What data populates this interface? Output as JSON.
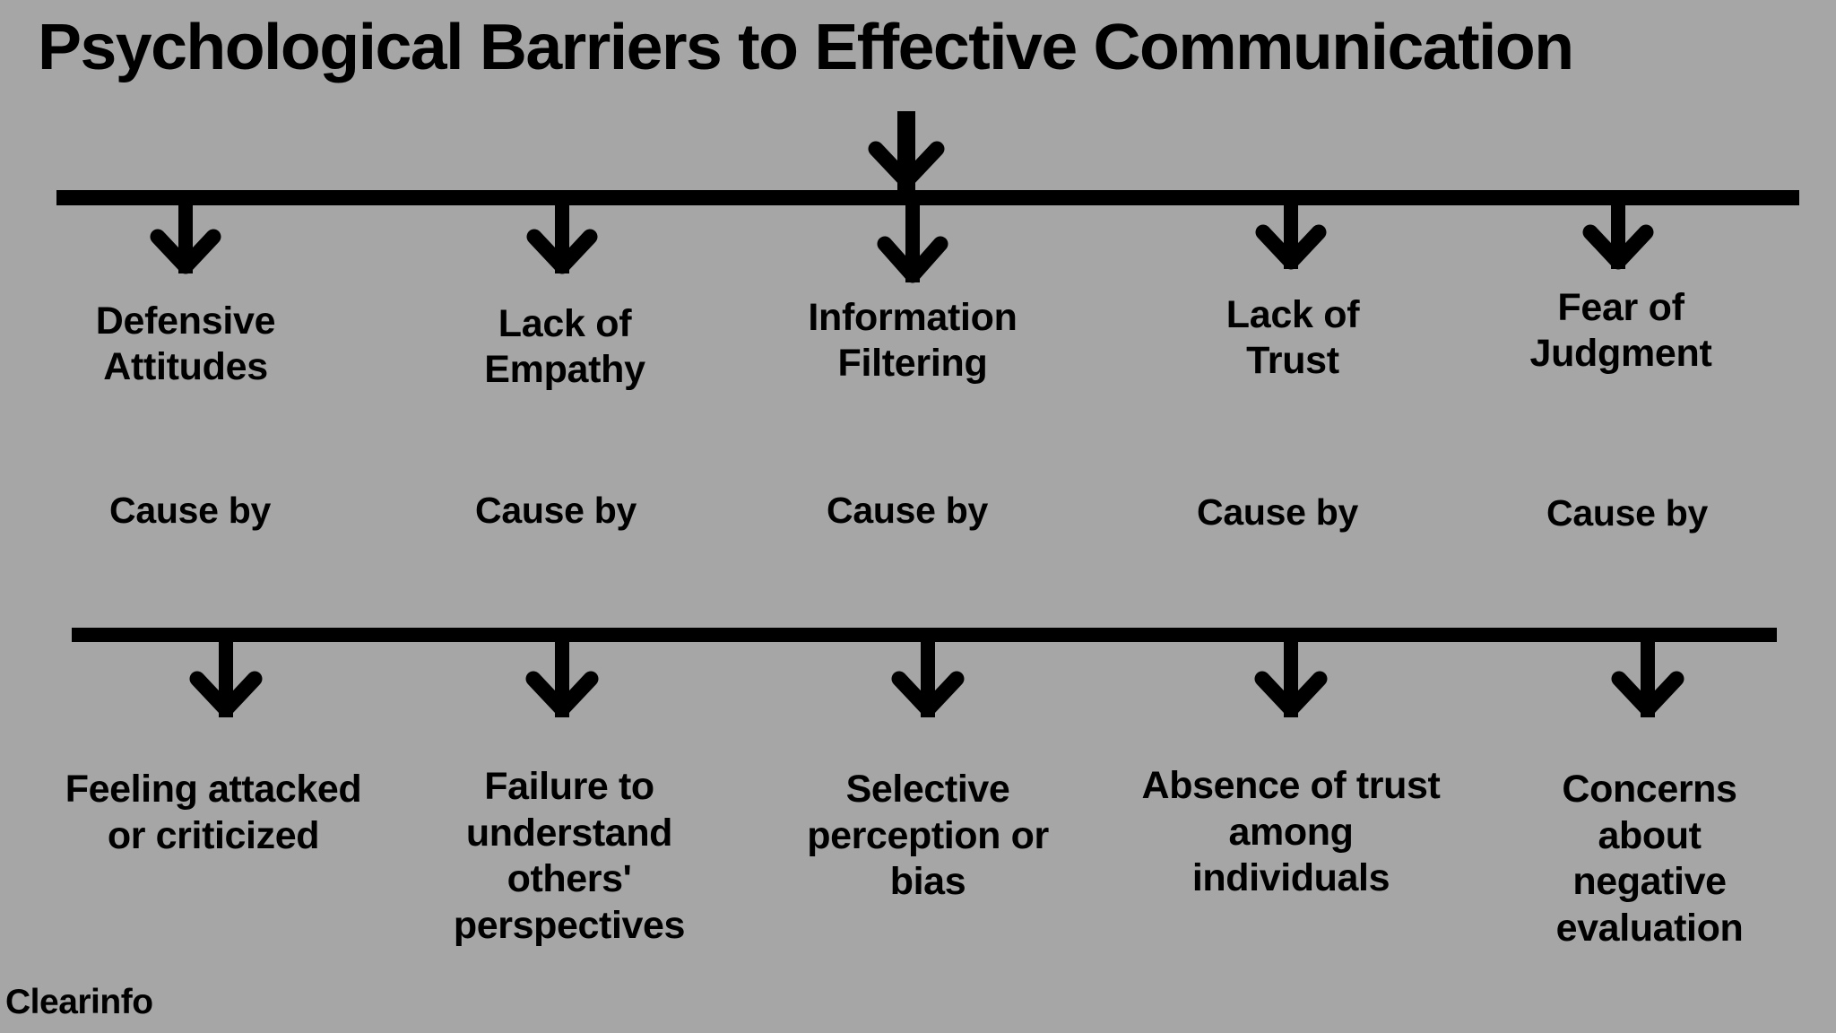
{
  "page": {
    "title": "Psychological Barriers to Effective Communication",
    "background_color": "#a6a6a6",
    "ink_color": "#000000",
    "watermark": "Clearinfo"
  },
  "diagram": {
    "type": "hierarchy-tree",
    "root_label": "Psychological Barriers to Effective Communication",
    "connector_label": "Cause by",
    "levels": [
      {
        "name": "barriers",
        "count": 5
      },
      {
        "name": "connectors",
        "count": 5
      },
      {
        "name": "effects",
        "count": 5
      }
    ],
    "columns": [
      {
        "barrier": "Defensive\nAttitudes",
        "barrier_lines": [
          "Defensive",
          "Attitudes"
        ],
        "connector": "Cause by",
        "effect_lines": [
          "Feeling attacked",
          "or criticized"
        ]
      },
      {
        "barrier": "Lack of\nEmpathy",
        "barrier_lines": [
          "Lack of",
          "Empathy"
        ],
        "connector": "Cause by",
        "effect_lines": [
          "Failure to",
          "understand",
          "others'",
          "perspectives"
        ]
      },
      {
        "barrier": "Information\nFiltering",
        "barrier_lines": [
          "Information",
          "Filtering"
        ],
        "connector": "Cause by",
        "effect_lines": [
          "Selective",
          "perception or",
          "bias"
        ]
      },
      {
        "barrier": "Lack of\nTrust",
        "barrier_lines": [
          "Lack of",
          "Trust"
        ],
        "connector": "Cause by",
        "effect_lines": [
          "Absence of trust",
          "among",
          "individuals"
        ]
      },
      {
        "barrier": "Fear of\nJudgment",
        "barrier_lines": [
          "Fear of",
          "Judgment"
        ],
        "connector": "Cause by",
        "effect_lines": [
          "Concerns",
          "about",
          "negative",
          "evaluation"
        ]
      }
    ]
  },
  "columns_text": {
    "c0": {
      "barrier_l1": "Defensive",
      "barrier_l2": "Attitudes",
      "cause": "Cause by",
      "effect_l1": "Feeling attacked",
      "effect_l2": "or criticized",
      "effect_l3": "",
      "effect_l4": ""
    },
    "c1": {
      "barrier_l1": "Lack of",
      "barrier_l2": "Empathy",
      "cause": "Cause by",
      "effect_l1": "Failure to",
      "effect_l2": "understand",
      "effect_l3": "others'",
      "effect_l4": "perspectives"
    },
    "c2": {
      "barrier_l1": "Information",
      "barrier_l2": "Filtering",
      "cause": "Cause by",
      "effect_l1": "Selective",
      "effect_l2": "perception or",
      "effect_l3": "bias",
      "effect_l4": ""
    },
    "c3": {
      "barrier_l1": "Lack of",
      "barrier_l2": "Trust",
      "cause": "Cause by",
      "effect_l1": "Absence of trust",
      "effect_l2": "among",
      "effect_l3": "individuals",
      "effect_l4": ""
    },
    "c4": {
      "barrier_l1": "Fear of",
      "barrier_l2": "Judgment",
      "cause": "Cause by",
      "effect_l1": "Concerns",
      "effect_l2": "about",
      "effect_l3": "negative",
      "effect_l4": "evaluation"
    }
  },
  "icons": {
    "root_arrow": "arrow-down-icon",
    "branch_arrow": "arrow-down-icon",
    "rule": "horizontal-rule"
  }
}
